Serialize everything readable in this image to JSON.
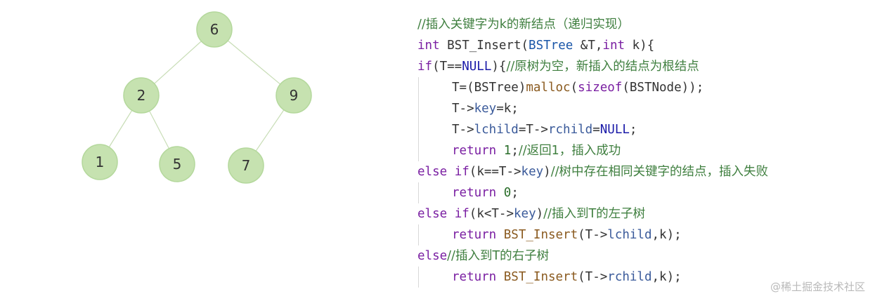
{
  "tree": {
    "nodes": [
      {
        "id": "n6",
        "label": "6"
      },
      {
        "id": "n2",
        "label": "2"
      },
      {
        "id": "n9",
        "label": "9"
      },
      {
        "id": "n1",
        "label": "1"
      },
      {
        "id": "n5",
        "label": "5"
      },
      {
        "id": "n7",
        "label": "7"
      }
    ],
    "edges": [
      [
        "n6",
        "n2"
      ],
      [
        "n6",
        "n9"
      ],
      [
        "n2",
        "n1"
      ],
      [
        "n2",
        "n5"
      ],
      [
        "n9",
        "n7"
      ]
    ],
    "colors": {
      "node_fill": "#c6e2b0",
      "edge": "#c8ddb6"
    }
  },
  "code": {
    "lines": [
      {
        "indent": 0,
        "tokens": [
          {
            "t": "//插入关键字为k的新结点（递归实现）",
            "c": "comment"
          }
        ]
      },
      {
        "indent": 0,
        "tokens": [
          {
            "t": "int",
            "c": "kw"
          },
          {
            "t": " BST_Insert(",
            "c": "plain"
          },
          {
            "t": "BSTree",
            "c": "type"
          },
          {
            "t": " &T,",
            "c": "plain"
          },
          {
            "t": "int",
            "c": "kw"
          },
          {
            "t": " k){",
            "c": "plain"
          }
        ]
      },
      {
        "indent": 0,
        "tokens": [
          {
            "t": "if",
            "c": "kw"
          },
          {
            "t": "(T==",
            "c": "plain"
          },
          {
            "t": "NULL",
            "c": "const"
          },
          {
            "t": "){",
            "c": "plain"
          },
          {
            "t": "//原树为空，新插入的结点为根结点",
            "c": "comment"
          }
        ]
      },
      {
        "indent": 1,
        "tokens": [
          {
            "t": "T=(BSTree)",
            "c": "plain"
          },
          {
            "t": "malloc",
            "c": "func"
          },
          {
            "t": "(",
            "c": "plain"
          },
          {
            "t": "sizeof",
            "c": "kw"
          },
          {
            "t": "(BSTNode));",
            "c": "plain"
          }
        ]
      },
      {
        "indent": 1,
        "tokens": [
          {
            "t": "T->",
            "c": "plain"
          },
          {
            "t": "key",
            "c": "param"
          },
          {
            "t": "=k;",
            "c": "plain"
          }
        ]
      },
      {
        "indent": 1,
        "tokens": [
          {
            "t": "T->",
            "c": "plain"
          },
          {
            "t": "lchild",
            "c": "param"
          },
          {
            "t": "=T->",
            "c": "plain"
          },
          {
            "t": "rchild",
            "c": "param"
          },
          {
            "t": "=",
            "c": "plain"
          },
          {
            "t": "NULL",
            "c": "const"
          },
          {
            "t": ";",
            "c": "plain"
          }
        ]
      },
      {
        "indent": 1,
        "tokens": [
          {
            "t": "return",
            "c": "kw"
          },
          {
            "t": " ",
            "c": "plain"
          },
          {
            "t": "1",
            "c": "num"
          },
          {
            "t": ";",
            "c": "plain"
          },
          {
            "t": "//返回1，插入成功",
            "c": "comment"
          }
        ]
      },
      {
        "indent": 0,
        "tokens": [
          {
            "t": "else",
            "c": "kw"
          },
          {
            "t": " ",
            "c": "plain"
          },
          {
            "t": "if",
            "c": "kw"
          },
          {
            "t": "(k==T->",
            "c": "plain"
          },
          {
            "t": "key",
            "c": "param"
          },
          {
            "t": ")",
            "c": "plain"
          },
          {
            "t": "//树中存在相同关键字的结点，插入失败",
            "c": "comment"
          }
        ]
      },
      {
        "indent": 1,
        "tokens": [
          {
            "t": "return",
            "c": "kw"
          },
          {
            "t": " ",
            "c": "plain"
          },
          {
            "t": "0",
            "c": "num"
          },
          {
            "t": ";",
            "c": "plain"
          }
        ]
      },
      {
        "indent": 0,
        "tokens": [
          {
            "t": "else",
            "c": "kw"
          },
          {
            "t": " ",
            "c": "plain"
          },
          {
            "t": "if",
            "c": "kw"
          },
          {
            "t": "(k<T->",
            "c": "plain"
          },
          {
            "t": "key",
            "c": "param"
          },
          {
            "t": ")",
            "c": "plain"
          },
          {
            "t": "//插入到T的左子树",
            "c": "comment"
          }
        ]
      },
      {
        "indent": 1,
        "tokens": [
          {
            "t": "return",
            "c": "kw"
          },
          {
            "t": " ",
            "c": "plain"
          },
          {
            "t": "BST_Insert",
            "c": "func"
          },
          {
            "t": "(T->",
            "c": "plain"
          },
          {
            "t": "lchild",
            "c": "param"
          },
          {
            "t": ",k);",
            "c": "plain"
          }
        ]
      },
      {
        "indent": 0,
        "tokens": [
          {
            "t": "else",
            "c": "kw"
          },
          {
            "t": "//插入到T的右子树",
            "c": "comment"
          }
        ]
      },
      {
        "indent": 1,
        "tokens": [
          {
            "t": "return",
            "c": "kw"
          },
          {
            "t": " ",
            "c": "plain"
          },
          {
            "t": "BST_Insert",
            "c": "func"
          },
          {
            "t": "(T->",
            "c": "plain"
          },
          {
            "t": "rchild",
            "c": "param"
          },
          {
            "t": ",k);",
            "c": "plain"
          }
        ]
      }
    ]
  },
  "watermark": "@稀土掘金技术社区"
}
